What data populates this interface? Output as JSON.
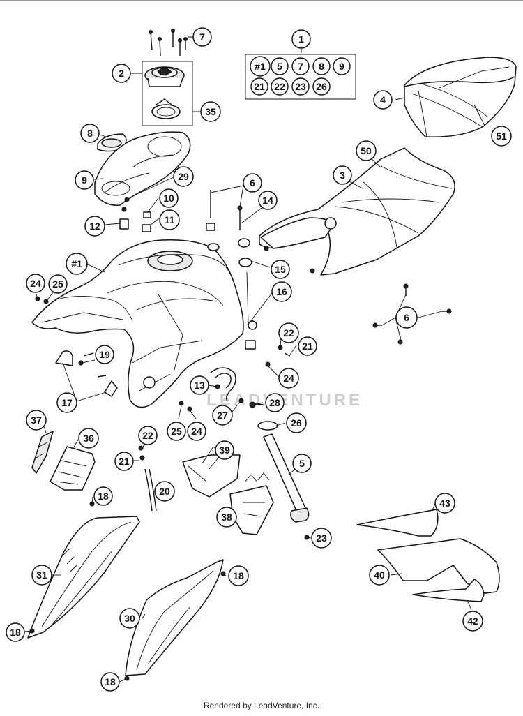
{
  "watermark": "LEADVENTURE",
  "footer": "Rendered by LeadVenture, Inc.",
  "kit": {
    "label": "1",
    "members": [
      "#1",
      "5",
      "7",
      "8",
      "9",
      "21",
      "22",
      "23",
      "26"
    ]
  },
  "callouts": [
    {
      "id": "7a",
      "label": "7"
    },
    {
      "id": "1",
      "label": "1"
    },
    {
      "id": "2",
      "label": "2"
    },
    {
      "id": "35",
      "label": "35"
    },
    {
      "id": "4",
      "label": "4"
    },
    {
      "id": "51",
      "label": "51"
    },
    {
      "id": "8a",
      "label": "8"
    },
    {
      "id": "9a",
      "label": "9"
    },
    {
      "id": "29",
      "label": "29"
    },
    {
      "id": "50",
      "label": "50"
    },
    {
      "id": "3",
      "label": "3"
    },
    {
      "id": "6a",
      "label": "6"
    },
    {
      "id": "14",
      "label": "14"
    },
    {
      "id": "10",
      "label": "10"
    },
    {
      "id": "11",
      "label": "11"
    },
    {
      "id": "12",
      "label": "12"
    },
    {
      "id": "15",
      "label": "15"
    },
    {
      "id": "16",
      "label": "16"
    },
    {
      "id": "h1",
      "label": "#1"
    },
    {
      "id": "24a",
      "label": "24"
    },
    {
      "id": "25a",
      "label": "25"
    },
    {
      "id": "6b",
      "label": "6"
    },
    {
      "id": "22a",
      "label": "22"
    },
    {
      "id": "21a",
      "label": "21"
    },
    {
      "id": "19",
      "label": "19"
    },
    {
      "id": "24b",
      "label": "24"
    },
    {
      "id": "13",
      "label": "13"
    },
    {
      "id": "17",
      "label": "17"
    },
    {
      "id": "27",
      "label": "27"
    },
    {
      "id": "28",
      "label": "28"
    },
    {
      "id": "25b",
      "label": "25"
    },
    {
      "id": "24c",
      "label": "24"
    },
    {
      "id": "26",
      "label": "26"
    },
    {
      "id": "37",
      "label": "37"
    },
    {
      "id": "36",
      "label": "36"
    },
    {
      "id": "22b",
      "label": "22"
    },
    {
      "id": "39",
      "label": "39"
    },
    {
      "id": "5",
      "label": "5"
    },
    {
      "id": "21b",
      "label": "21"
    },
    {
      "id": "20",
      "label": "20"
    },
    {
      "id": "18a",
      "label": "18"
    },
    {
      "id": "43",
      "label": "43"
    },
    {
      "id": "38",
      "label": "38"
    },
    {
      "id": "23",
      "label": "23"
    },
    {
      "id": "31",
      "label": "31"
    },
    {
      "id": "18b",
      "label": "18"
    },
    {
      "id": "40",
      "label": "40"
    },
    {
      "id": "30",
      "label": "30"
    },
    {
      "id": "42",
      "label": "42"
    },
    {
      "id": "18c",
      "label": "18"
    },
    {
      "id": "18d",
      "label": "18"
    }
  ]
}
